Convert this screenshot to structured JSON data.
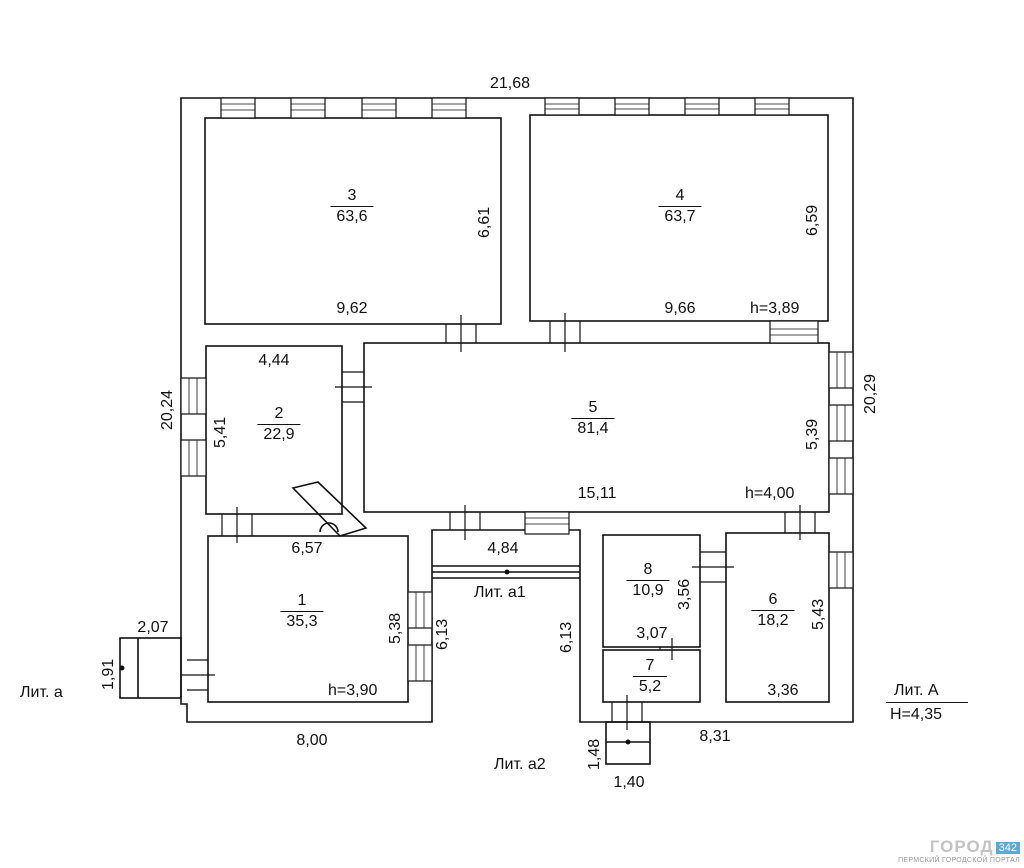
{
  "rooms": [
    {
      "number": "3",
      "area": "63,6"
    },
    {
      "number": "4",
      "area": "63,7"
    },
    {
      "number": "2",
      "area": "22,9"
    },
    {
      "number": "5",
      "area": "81,4"
    },
    {
      "number": "1",
      "area": "35,3"
    },
    {
      "number": "8",
      "area": "10,9"
    },
    {
      "number": "7",
      "area": "5,2"
    },
    {
      "number": "6",
      "area": "18,2"
    }
  ],
  "dimensions": {
    "total_width": "21,68",
    "r3_width": "9,62",
    "r3_height": "6,61",
    "r4_width": "9,66",
    "r4_height": "6,59",
    "r4_h": "h=3,89",
    "r2_width": "4,44",
    "r2_height": "5,41",
    "left_length": "20,24",
    "right_length": "20,29",
    "r5_width": "15,11",
    "r5_height": "5,39",
    "r5_h": "h=4,00",
    "r1_width": "6,57",
    "r1_height": "5,38",
    "r1_side": "6,13",
    "r1_h": "h=3,90",
    "a1_width": "4,84",
    "a1_side": "6,13",
    "r8_height": "3,56",
    "r7_width": "3,07",
    "r6_height": "5,43",
    "r6_width": "3,36",
    "bottom_left": "8,00",
    "bottom_right": "8,31",
    "porch_a_width": "2,07",
    "porch_a_depth": "1,91",
    "porch_a2_width": "1,40",
    "porch_a2_depth": "1,48"
  },
  "labels": {
    "lit_a": "Лит. а",
    "lit_a1": "Лит. а1",
    "lit_a2": "Лит. а2",
    "lit_A": "Лит. А",
    "height_A": "Н=4,35"
  },
  "watermark": {
    "brand": "ГОРОД",
    "number": "342",
    "tagline": "ПЕРМСКИЙ ГОРОДСКОЙ ПОРТАЛ"
  }
}
